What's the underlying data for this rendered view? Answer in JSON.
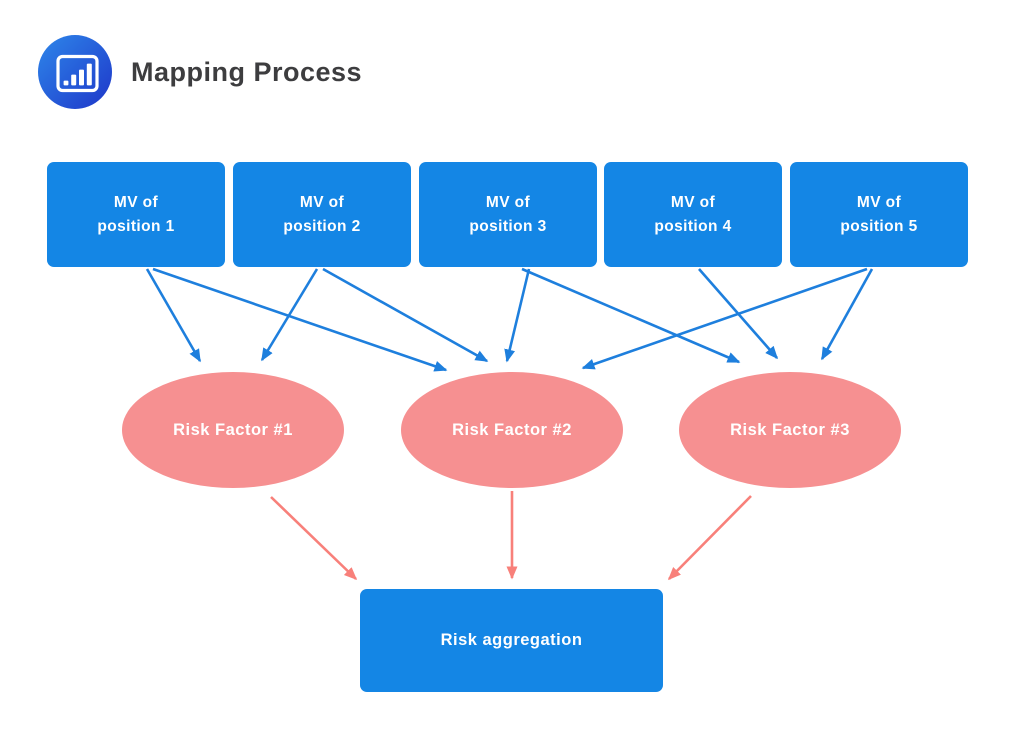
{
  "header": {
    "title": "Mapping Process",
    "icon": "bar-chart-icon"
  },
  "nodes": {
    "positions": [
      {
        "id": "pos1",
        "lines": [
          "MV of",
          "position 1"
        ]
      },
      {
        "id": "pos2",
        "lines": [
          "MV of",
          "position 2"
        ]
      },
      {
        "id": "pos3",
        "lines": [
          "MV of",
          "position 3"
        ]
      },
      {
        "id": "pos4",
        "lines": [
          "MV of",
          "position 4"
        ]
      },
      {
        "id": "pos5",
        "lines": [
          "MV of",
          "position 5"
        ]
      }
    ],
    "risk_factors": [
      {
        "id": "rf1",
        "label": "Risk Factor #1"
      },
      {
        "id": "rf2",
        "label": "Risk Factor #2"
      },
      {
        "id": "rf3",
        "label": "Risk Factor #3"
      }
    ],
    "aggregation": {
      "id": "agg",
      "label": "Risk aggregation"
    }
  },
  "edges": [
    {
      "from": "pos1",
      "to": "rf1"
    },
    {
      "from": "pos1",
      "to": "rf2"
    },
    {
      "from": "pos2",
      "to": "rf1"
    },
    {
      "from": "pos2",
      "to": "rf2"
    },
    {
      "from": "pos3",
      "to": "rf2"
    },
    {
      "from": "pos3",
      "to": "rf3"
    },
    {
      "from": "pos4",
      "to": "rf3"
    },
    {
      "from": "pos5",
      "to": "rf2"
    },
    {
      "from": "pos5",
      "to": "rf3"
    },
    {
      "from": "rf1",
      "to": "agg"
    },
    {
      "from": "rf2",
      "to": "agg"
    },
    {
      "from": "rf3",
      "to": "agg"
    }
  ],
  "colors": {
    "node_blue": "#1486E5",
    "arrow_blue": "#1E7FDD",
    "factor_pink": "#F69091",
    "arrow_pink": "#F8807A",
    "node_text": "#FFFFFF",
    "title_text": "#3D3D3F",
    "icon_gradient_start": "#2E87EA",
    "icon_gradient_end": "#1E36C9"
  }
}
